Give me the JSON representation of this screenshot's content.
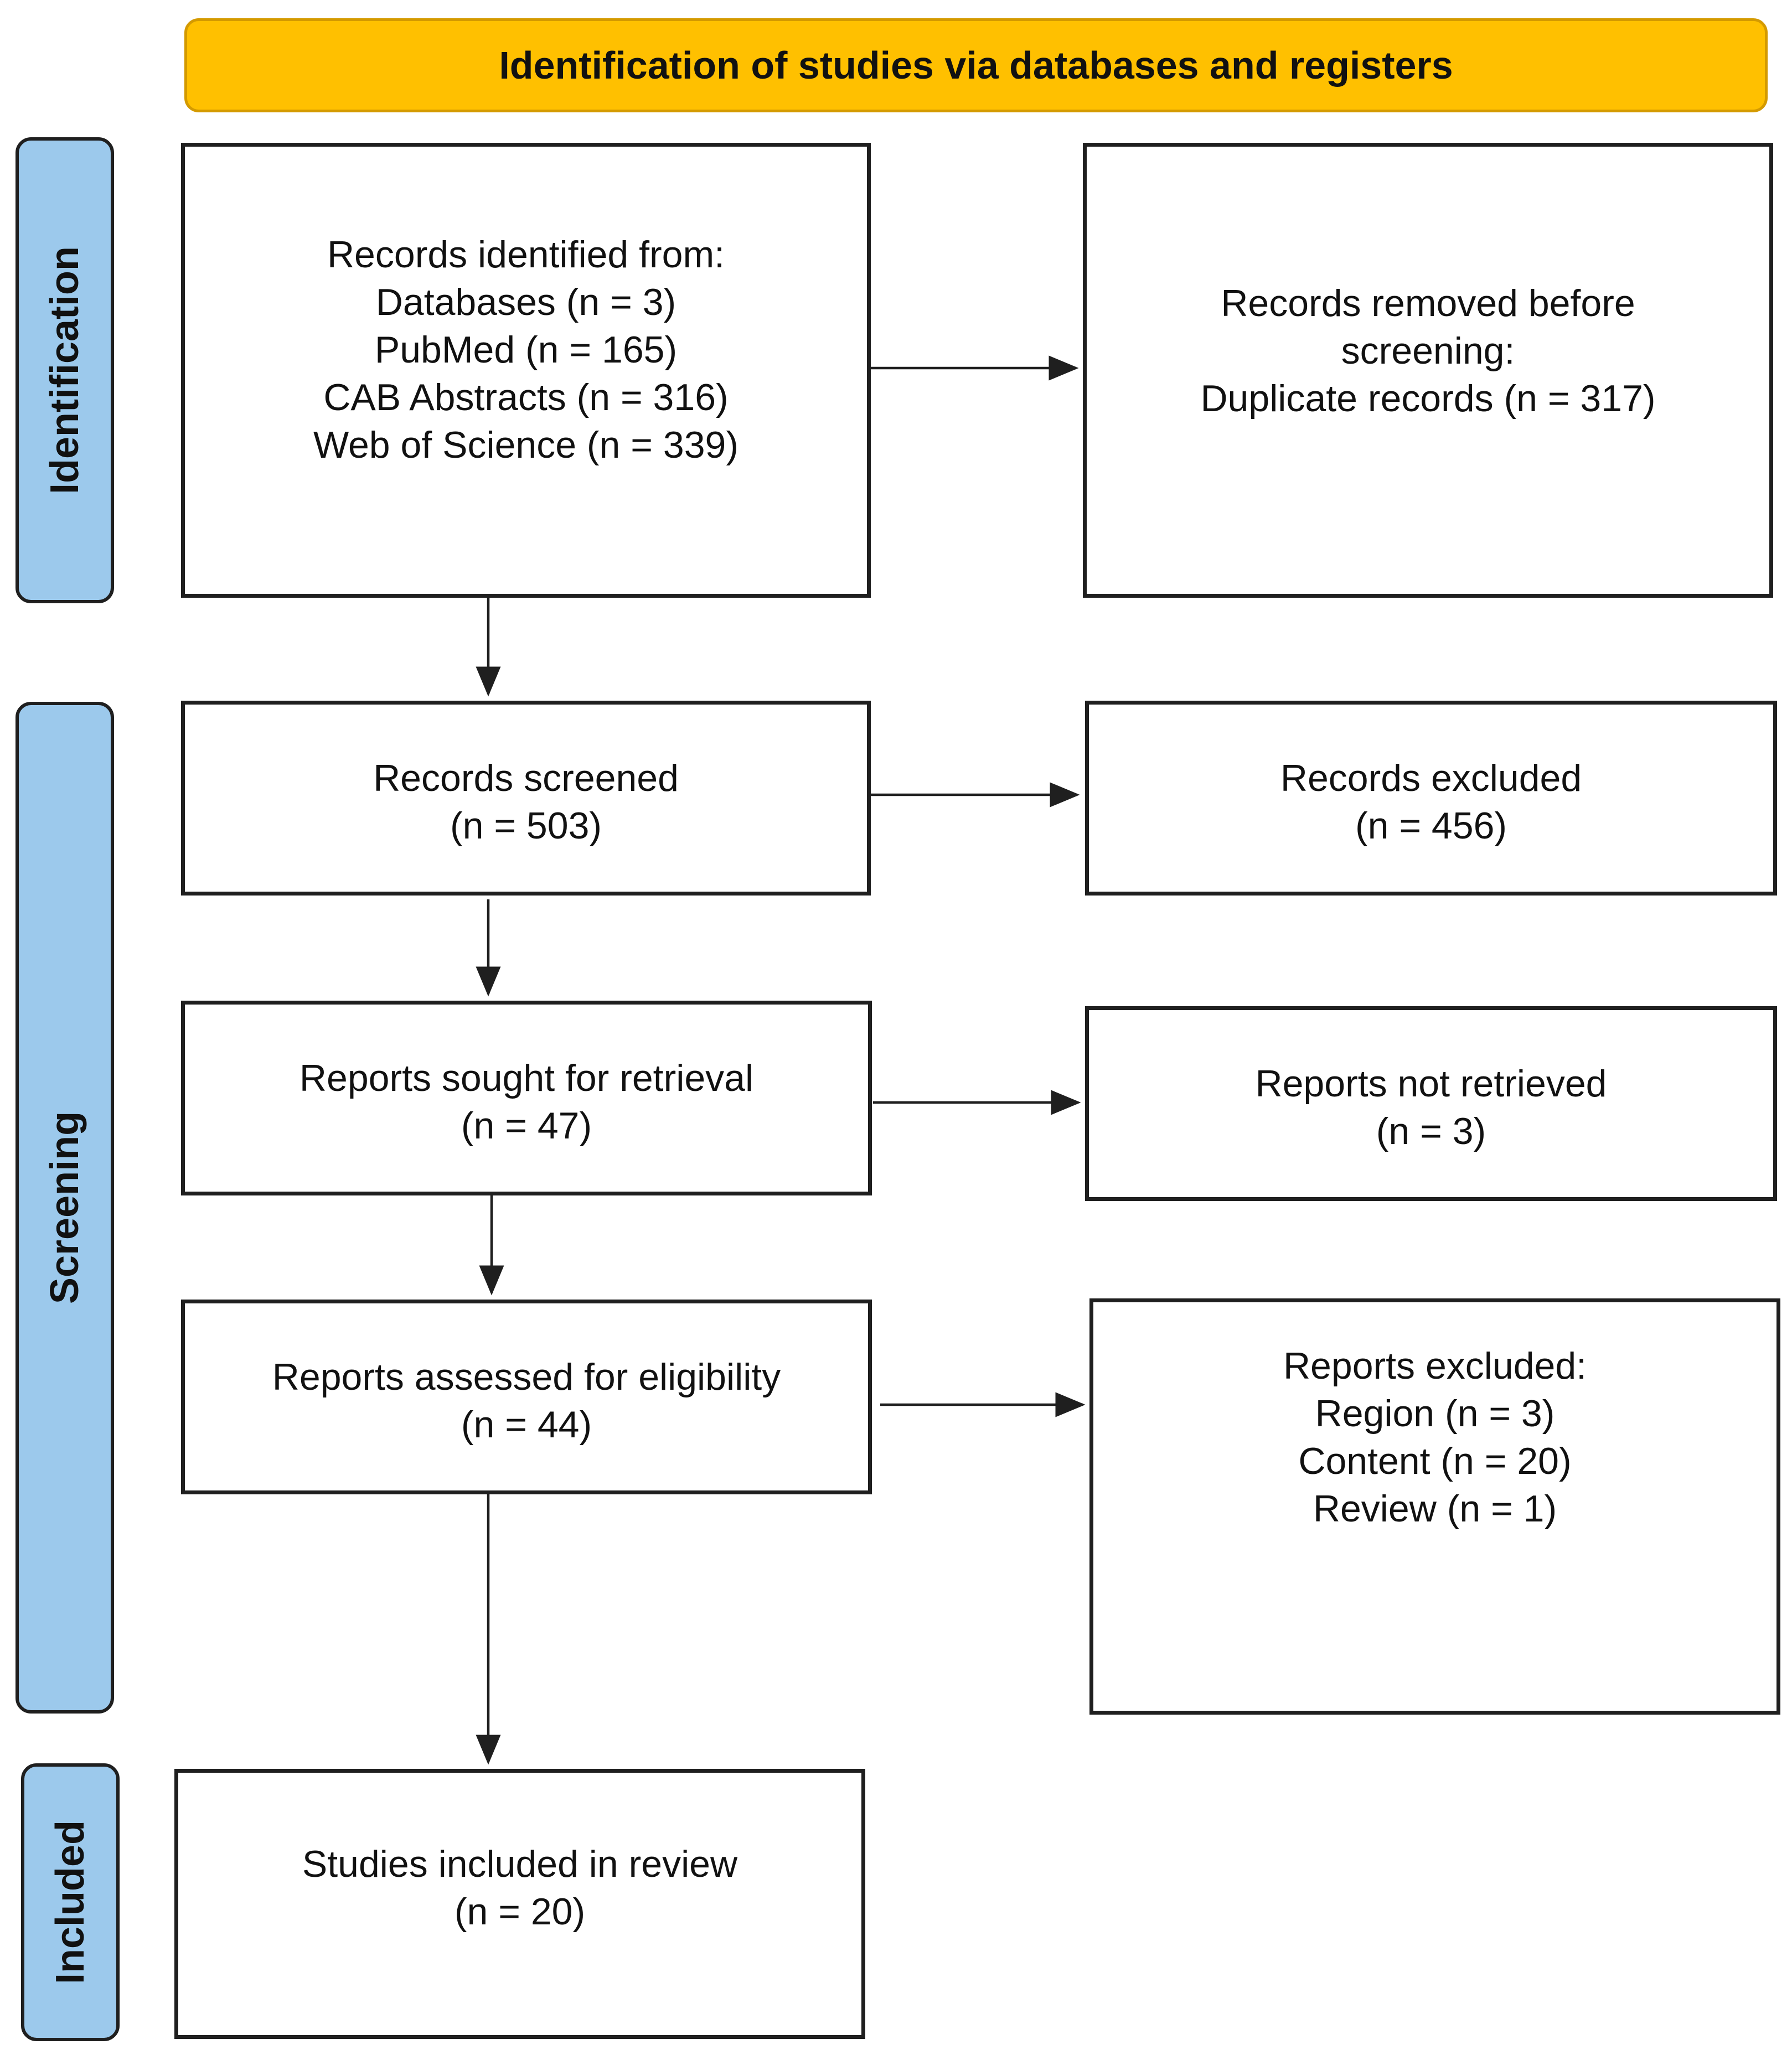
{
  "header": {
    "title": "Identification of studies via databases and registers"
  },
  "phases": {
    "identification": "Identification",
    "screening": "Screening",
    "included": "Included"
  },
  "boxes": {
    "records_identified": [
      "Records identified from:",
      "Databases (n = 3)",
      "PubMed (n = 165)",
      "CAB Abstracts (n = 316)",
      "Web of Science (n = 339)"
    ],
    "records_removed": [
      "Records removed before",
      "screening:",
      "Duplicate records (n = 317)"
    ],
    "records_screened": [
      "Records screened",
      "(n = 503)"
    ],
    "records_excluded": [
      "Records excluded",
      "(n = 456)"
    ],
    "reports_sought": [
      "Reports sought for retrieval",
      "(n = 47)"
    ],
    "reports_not_retrieved": [
      "Reports not retrieved",
      "(n = 3)"
    ],
    "reports_assessed": [
      "Reports assessed for eligibility",
      "(n = 44)"
    ],
    "reports_excluded": [
      "Reports excluded:",
      "Region (n = 3)",
      "Content (n = 20)",
      "Review (n = 1)"
    ],
    "studies_included": [
      "Studies included in review",
      "(n = 20)"
    ]
  },
  "colors": {
    "header_fill": "#FFC000",
    "phase_fill": "#9CC9EC",
    "line": "#1f1f1f"
  }
}
